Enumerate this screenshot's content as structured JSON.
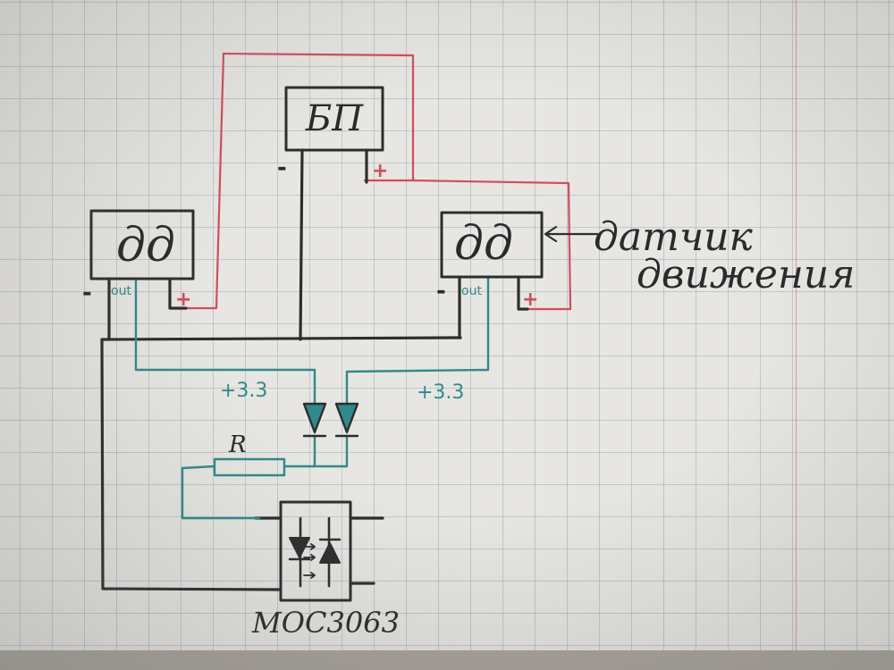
{
  "labels": {
    "power_supply": "БП",
    "sensor_left": "дд",
    "sensor_right": "дд",
    "out_left": "out",
    "out_right": "out",
    "minus_left": "-",
    "plus_left": "+",
    "minus_right": "-",
    "plus_right": "+",
    "minus_ps": "-",
    "plus_ps": "+",
    "voltage_left": "+3.3",
    "voltage_right": "+3.3",
    "resistor": "R",
    "optocoupler": "MOC3063",
    "annotation_line1": "датчик",
    "annotation_line2": "движения"
  },
  "colors": {
    "black_ink": "#2a2a2a",
    "red_ink": "#d64a5e",
    "teal_ink": "#2f8a8a"
  }
}
